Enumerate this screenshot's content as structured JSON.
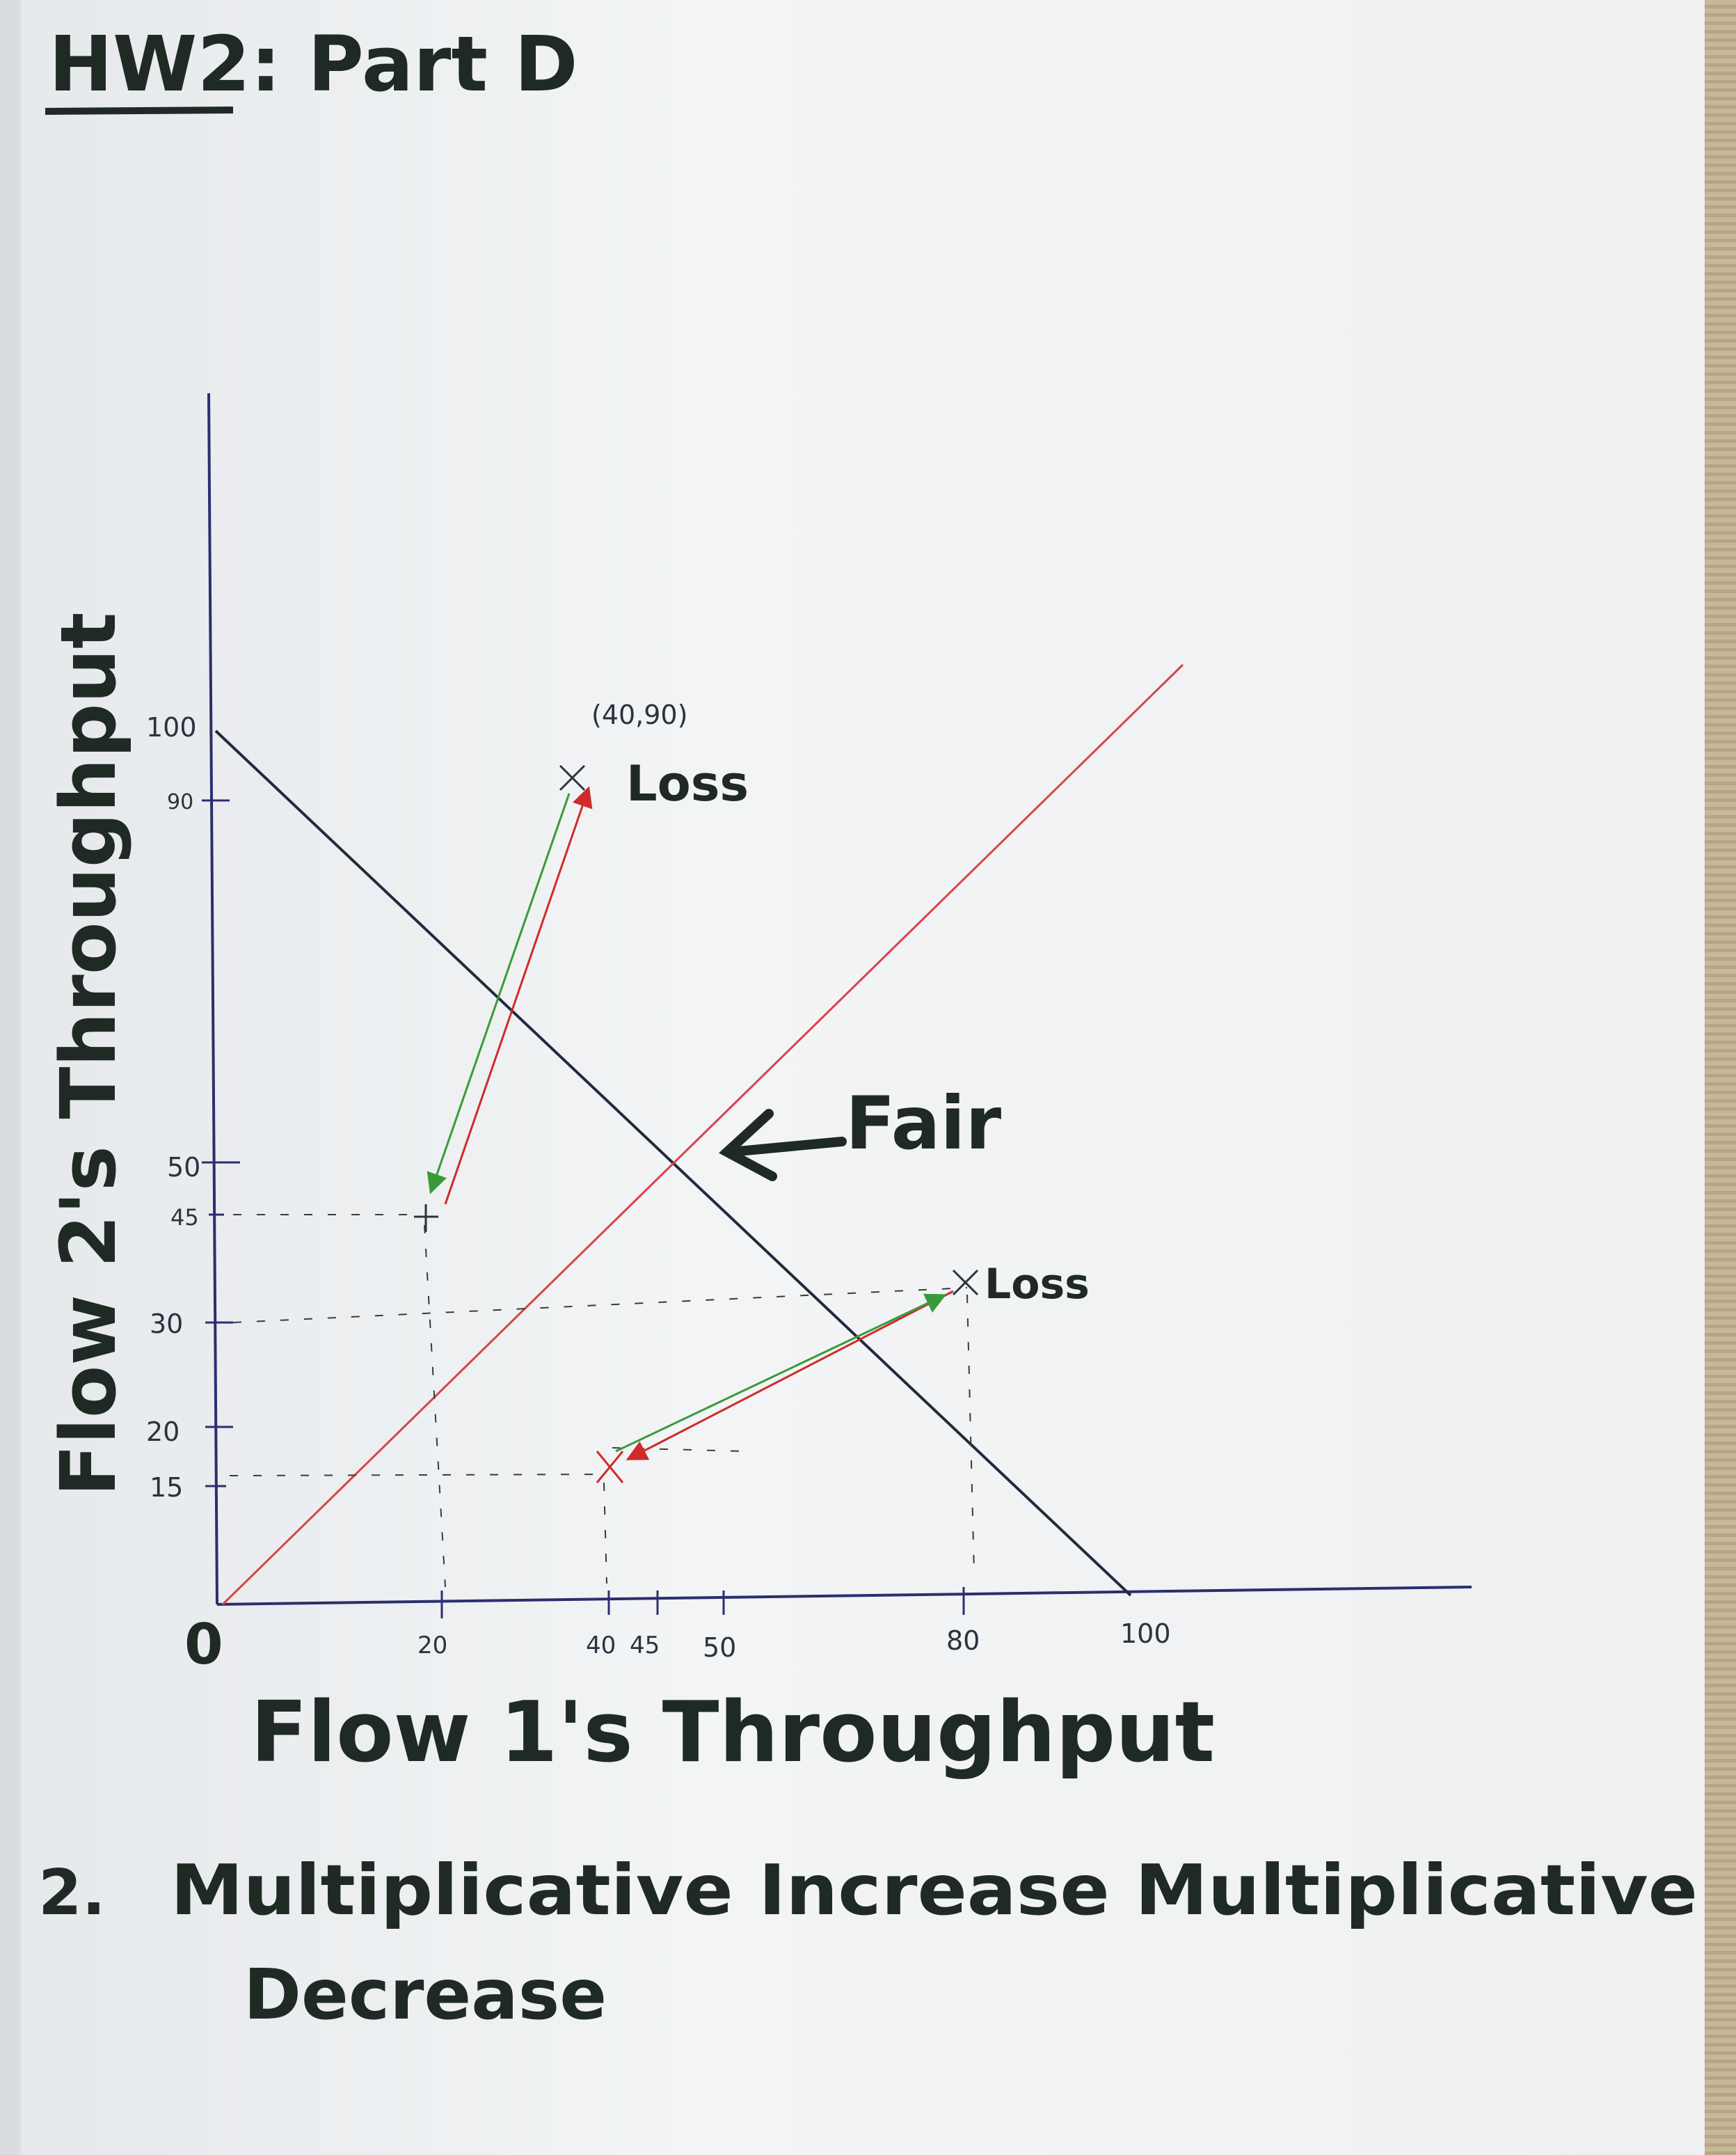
{
  "header": {
    "title": "HW2: Part D"
  },
  "chart": {
    "x_axis_label": "Flow 1's Throughput",
    "y_axis_label": "Flow 2's Throughput",
    "origin_label": "0",
    "x_ticks": [
      "20",
      "40",
      "45",
      "50",
      "80",
      "100"
    ],
    "y_ticks": [
      "100",
      "90",
      "50",
      "45",
      "30",
      "20",
      "15"
    ],
    "point_annotation": "(40,90)",
    "loss_label_upper": "Loss",
    "loss_label_lower": "Loss",
    "fair_label": "Fair",
    "colors": {
      "axes": "#2b2f6e",
      "fair_line": "#d8434a",
      "capacity_line": "#232940",
      "increase": "#3a9a3a",
      "decrease": "#d02a2a",
      "dash": "#3a3a3a"
    }
  },
  "footer": {
    "number": "2.",
    "line1": "Multiplicative Increase Multiplicative",
    "line2": "Decrease"
  }
}
